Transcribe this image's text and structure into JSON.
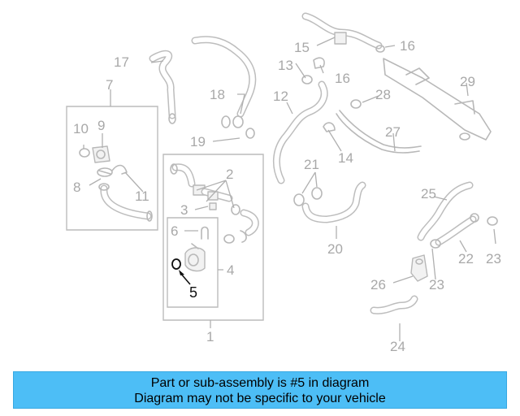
{
  "diagram": {
    "callouts": {
      "n1": "1",
      "n2": "2",
      "n3": "3",
      "n4": "4",
      "n5": "5",
      "n6": "6",
      "n7": "7",
      "n8": "8",
      "n9": "9",
      "n10": "10",
      "n11": "11",
      "n12": "12",
      "n13": "13",
      "n14": "14",
      "n15": "15",
      "n16a": "16",
      "n16b": "16",
      "n17": "17",
      "n18": "18",
      "n19": "19",
      "n20": "20",
      "n21": "21",
      "n22": "22",
      "n23a": "23",
      "n23b": "23",
      "n24": "24",
      "n25": "25",
      "n26": "26",
      "n27": "27",
      "n28": "28",
      "n29": "29"
    },
    "highlighted_part": "5",
    "colors": {
      "line": "#b8b8b8",
      "highlight": "#111111",
      "banner": "#4dbef6"
    }
  },
  "banner": {
    "line1": "Part or sub-assembly is #5 in diagram",
    "line2": "Diagram may not be specific to your vehicle"
  }
}
